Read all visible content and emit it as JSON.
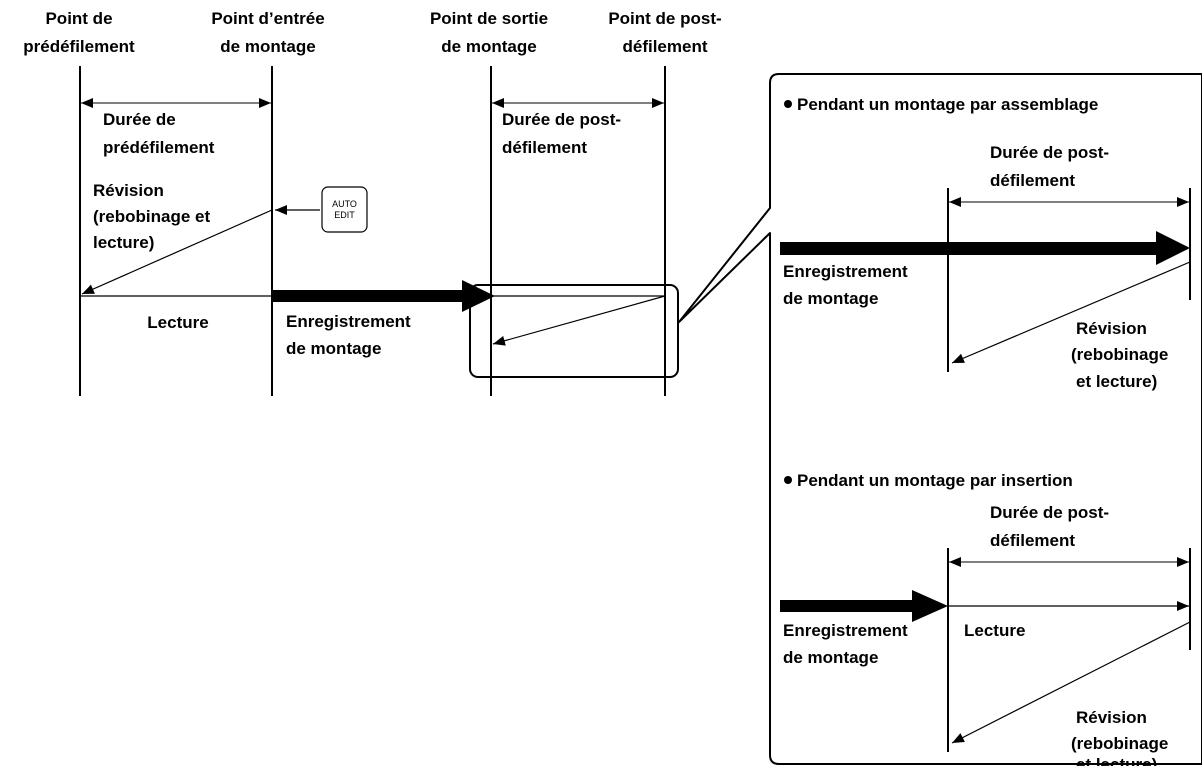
{
  "header": {
    "preroll_point": [
      "Point de",
      "prédéfilement"
    ],
    "edit_in_point": [
      "Point d’entrée",
      "de montage"
    ],
    "edit_out_point": [
      "Point de sortie",
      "de montage"
    ],
    "postroll_point": [
      "Point de post-",
      "défilement"
    ]
  },
  "main": {
    "preroll_duration": [
      "Durée de",
      "prédéfilement"
    ],
    "postroll_duration": [
      "Durée de post-",
      "défilement"
    ],
    "review": [
      "Révision",
      "(rebobinage et",
      "lecture)"
    ],
    "playback": "Lecture",
    "edit_recording": [
      "Enregistrement",
      "de montage"
    ],
    "auto_edit_button": [
      "AUTO",
      "EDIT"
    ]
  },
  "assemble_panel": {
    "title": "Pendant un montage par assemblage",
    "postroll_duration": [
      "Durée de post-",
      "défilement"
    ],
    "edit_recording": [
      "Enregistrement",
      "de montage"
    ],
    "review": [
      "Révision",
      "(rebobinage",
      "et lecture)"
    ]
  },
  "insert_panel": {
    "title": "Pendant un montage par insertion",
    "postroll_duration": [
      "Durée de post-",
      "défilement"
    ],
    "edit_recording": [
      "Enregistrement",
      "de montage"
    ],
    "playback": "Lecture",
    "review": [
      "Révision",
      "(rebobinage",
      "et lecture)"
    ]
  }
}
